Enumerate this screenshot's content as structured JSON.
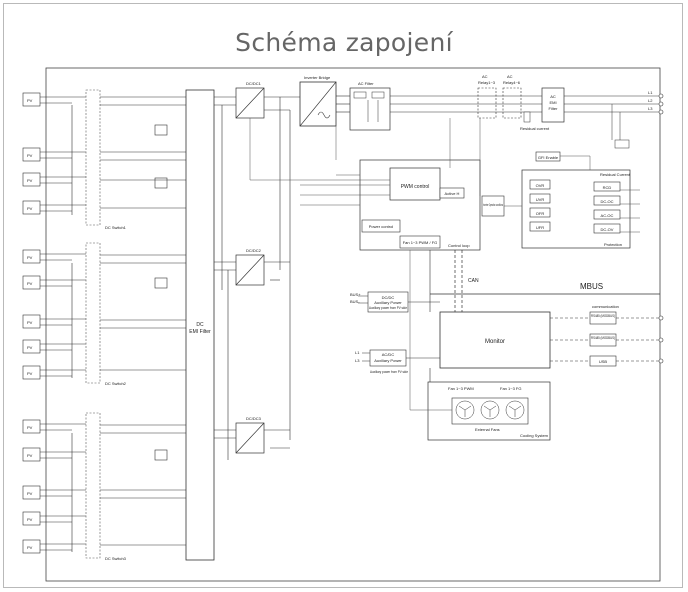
{
  "title": "Schéma zapojení",
  "diagram": {
    "pv_label": "PV",
    "dc_switches": [
      "DC Switch1",
      "DC Switch2",
      "DC Switch3"
    ],
    "emi_filter": [
      "DC",
      "EMI Filter"
    ],
    "dcdc_labels": [
      "DC/DC1",
      "DC/DC2",
      "DC/DC3"
    ],
    "inverter_bridge": "Inverter Bridge",
    "ac_filter": "AC Filter",
    "relay1": [
      "AC",
      "Relay1~3"
    ],
    "relay2": [
      "AC",
      "Relay4~6"
    ],
    "emi_ac": [
      "AC",
      "EMI",
      "Filter"
    ],
    "residual_current": "Residual current",
    "phase_labels": [
      "L1",
      "L2",
      "L3"
    ],
    "pwm_control": "PWM control",
    "active_h": "Active H",
    "power_control": "Power control",
    "fan_pwm_fg": "Fan 1~3 PWM / FG",
    "control_loop": "Control loop",
    "inverter_operation": "Inverter Operation conditions",
    "gfi_enable": "GFI Enable",
    "protection": "Protection",
    "protection_items": [
      "OVR",
      "UVR",
      "OFR",
      "UFR"
    ],
    "protection_right": [
      "Residual Current",
      "RCD",
      "DC-OC",
      "AC-OC",
      "DC-OV"
    ],
    "can_label": "CAN",
    "mbus_label": "MBUS",
    "dcdc_aux": [
      "DC/DC",
      "Auxiliary Power",
      "Auxiliary power from PV side"
    ],
    "acdc_aux": [
      "AC/DC",
      "Auxiliary Power",
      "Auxiliary power from PV side"
    ],
    "monitor": "Monitor",
    "communication": "communication",
    "comm_ports": [
      "RS485 (MODBUS)",
      "RS485 (MODBUS)",
      "USB"
    ],
    "fan_ctrl": [
      "Fan 1~3 PWM",
      "Fan 1~3 FG"
    ],
    "external_fans": "External Fans",
    "cooling_system": "Cooling System",
    "bus_labels": [
      "BUS+",
      "BUS-"
    ],
    "ac_inputs": [
      "L1",
      "L3"
    ]
  }
}
